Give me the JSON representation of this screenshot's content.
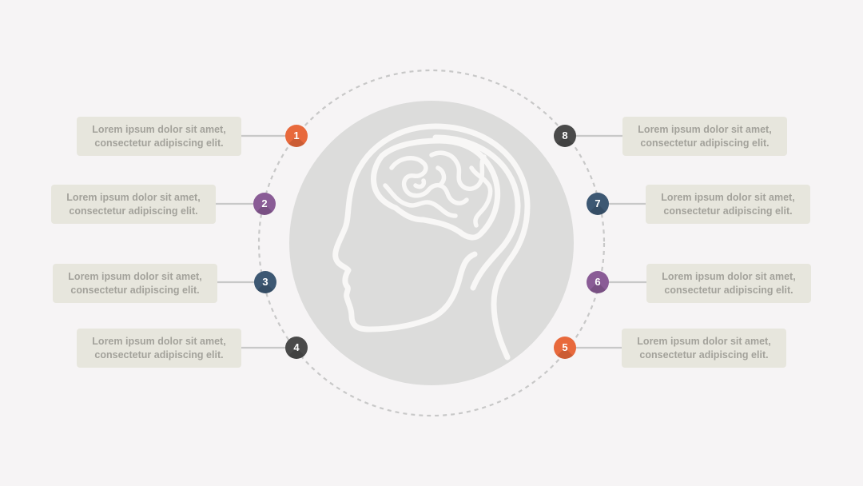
{
  "items": [
    {
      "number": "1",
      "side": "left",
      "line1": "Lorem ipsum dolor sit amet,",
      "line2": "consectetur adipiscing elit.",
      "color": "#e8693c"
    },
    {
      "number": "2",
      "side": "left",
      "line1": "Lorem ipsum dolor sit amet,",
      "line2": "consectetur adipiscing elit.",
      "color": "#8a5c96"
    },
    {
      "number": "3",
      "side": "left",
      "line1": "Lorem ipsum dolor sit amet,",
      "line2": "consectetur adipiscing elit.",
      "color": "#3d5873"
    },
    {
      "number": "4",
      "side": "left",
      "line1": "Lorem ipsum dolor sit amet,",
      "line2": "consectetur adipiscing elit.",
      "color": "#4a4a4a"
    },
    {
      "number": "5",
      "side": "right",
      "line1": "Lorem ipsum dolor sit amet,",
      "line2": "consectetur adipiscing elit.",
      "color": "#e8693c"
    },
    {
      "number": "6",
      "side": "right",
      "line1": "Lorem ipsum dolor sit amet,",
      "line2": "consectetur adipiscing elit.",
      "color": "#8a5c96"
    },
    {
      "number": "7",
      "side": "right",
      "line1": "Lorem ipsum dolor sit amet,",
      "line2": "consectetur adipiscing elit.",
      "color": "#3d5873"
    },
    {
      "number": "8",
      "side": "right",
      "line1": "Lorem ipsum dolor sit amet,",
      "line2": "consectetur adipiscing elit.",
      "color": "#4a4a4a"
    }
  ],
  "icons": {
    "center": "human-head-brain-icon"
  },
  "colors": {
    "background": "#f6f4f5",
    "circle_fill": "#dcdcdb",
    "head_outline": "#f8f7f6",
    "dashed_ring": "#c8c8c8",
    "connector": "#c8c8c8",
    "label_box": "#e7e6dd",
    "label_text": "#a3a29b"
  }
}
